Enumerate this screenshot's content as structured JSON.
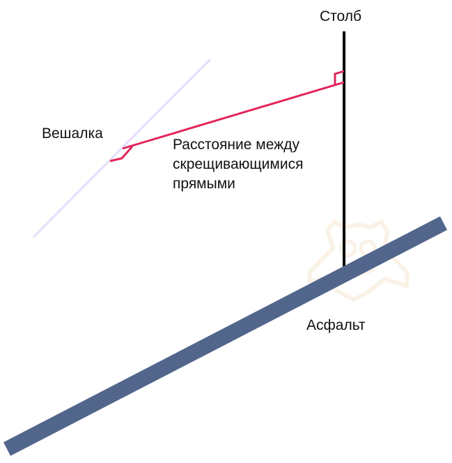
{
  "labels": {
    "pole": "Столб",
    "hanger": "Вешалка",
    "asphalt": "Асфальт",
    "distance": [
      "Расстояние между",
      "скрещивающимися",
      "прямыми"
    ]
  },
  "colors": {
    "pole": "#000000",
    "hanger": "#e6ddf7",
    "asphalt": "#52668c",
    "distance_segment": "#e3245a",
    "watermark": "#f6e9d2"
  },
  "icons": {
    "watermark": "bear-logo-watermark"
  }
}
